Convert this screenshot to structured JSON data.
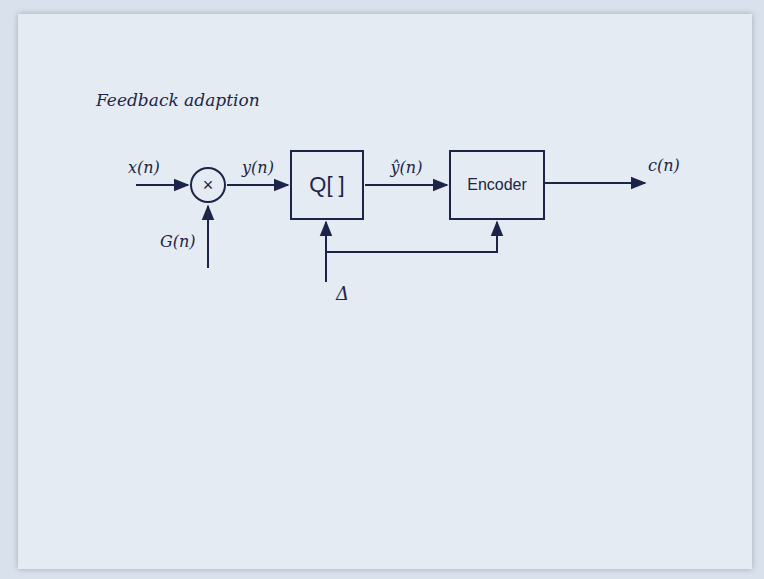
{
  "diagram": {
    "title": "Feedback adaption",
    "nodes": [
      {
        "text": [
          "×"
        ]
      },
      {
        "text": [
          "Q[ ]"
        ]
      },
      {
        "text": [
          "Encoder"
        ]
      }
    ],
    "edges": [
      {
        "from": 0,
        "to": 1,
        "arrow": "to",
        "label": "y(n)"
      },
      {
        "from": 1,
        "to": 2,
        "arrow": "to",
        "label": "ŷ(n)"
      }
    ],
    "labels": [
      "x(n)",
      "G(n)",
      "c(n)",
      "Δ"
    ]
  }
}
